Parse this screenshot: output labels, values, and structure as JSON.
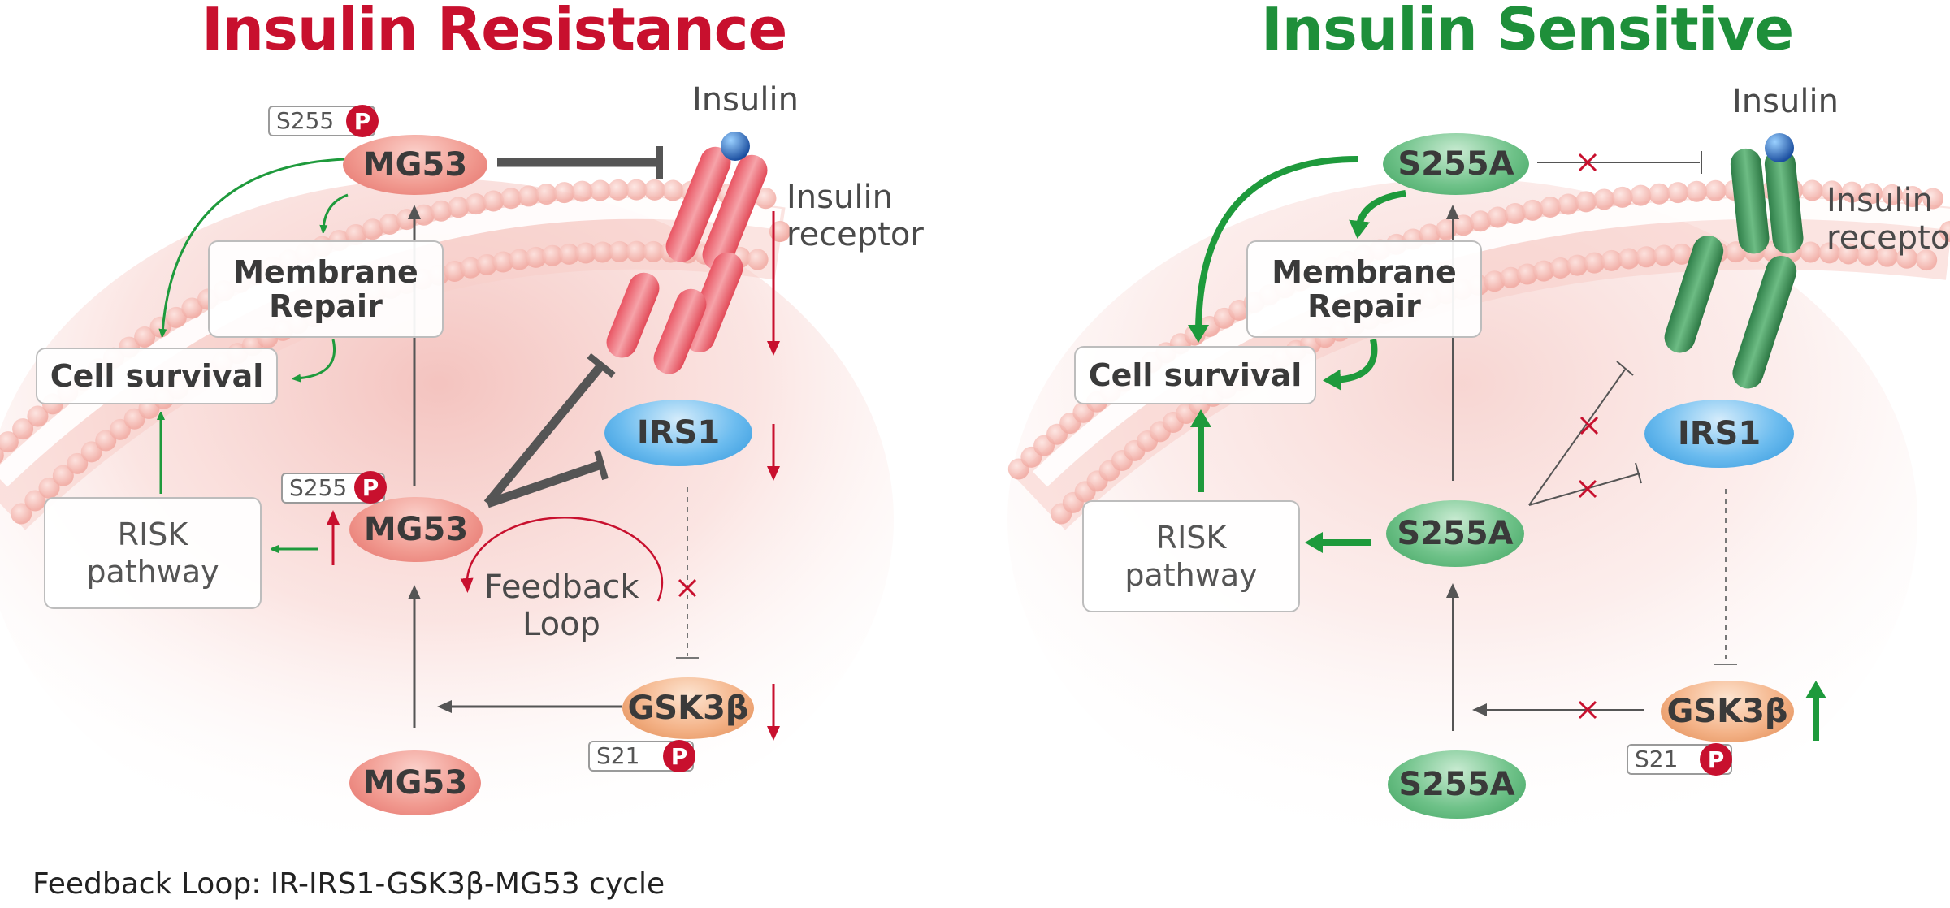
{
  "panels": {
    "left": {
      "title": "Insulin Resistance",
      "insulin": "Insulin",
      "receptor_line1": "Insulin",
      "receptor_line2": "receptor",
      "membrane_line1": "Membrane",
      "membrane_line2": "Repair",
      "cell_survival": "Cell survival",
      "risk_line1": "RISK",
      "risk_line2": "pathway",
      "mg53_top": "MG53",
      "mg53_mid": "MG53",
      "mg53_bottom": "MG53",
      "irs1": "IRS1",
      "gsk3b": "GSK3β",
      "feedback_line1": "Feedback",
      "feedback_line2": "Loop",
      "tag_s255_top": "S255",
      "tag_s255_mid": "S255",
      "tag_s21": "S21",
      "p_label": "P"
    },
    "right": {
      "title": "Insulin Sensitive",
      "insulin": "Insulin",
      "receptor_line1": "Insulin",
      "receptor_line2": "receptor",
      "membrane_line1": "Membrane",
      "membrane_line2": "Repair",
      "cell_survival": "Cell survival",
      "risk_line1": "RISK",
      "risk_line2": "pathway",
      "s255a_top": "S255A",
      "s255a_mid": "S255A",
      "s255a_bottom": "S255A",
      "irs1": "IRS1",
      "gsk3b": "GSK3β",
      "tag_s21": "S21",
      "p_label": "P"
    }
  },
  "footer": "Feedback Loop: IR-IRS1-GSK3β-MG53 cycle",
  "colors": {
    "resistance_title": "#c8102e",
    "sensitive_title": "#1e8f3a",
    "inhibit_grey": "#555555",
    "green_arrow": "#1e9a3c",
    "red_arrow": "#c8102e"
  }
}
